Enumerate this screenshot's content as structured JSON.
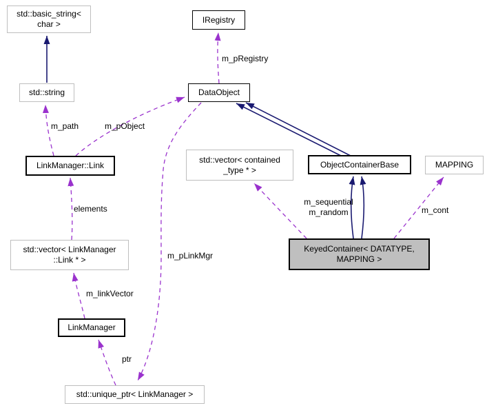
{
  "diagram": {
    "type": "collaboration-graph",
    "colors": {
      "inheritance_edge": "#191970",
      "usage_edge": "#9a32cd",
      "node_border": "#000000",
      "external_node_border": "#bebebe",
      "current_node_fill": "#bfbfbf",
      "background": "#ffffff",
      "text": "#000000"
    },
    "nodes": {
      "basic_string": {
        "label": "std::basic_string< char >",
        "lines": [
          "std::basic_string<",
          "char >"
        ]
      },
      "iregistry": {
        "label": "IRegistry",
        "lines": [
          "IRegistry"
        ]
      },
      "std_string": {
        "label": "std::string",
        "lines": [
          "std::string"
        ]
      },
      "data_object": {
        "label": "DataObject",
        "lines": [
          "DataObject"
        ]
      },
      "lm_link": {
        "label": "LinkManager::Link",
        "lines": [
          "LinkManager::Link"
        ]
      },
      "vector_contained": {
        "label": "std::vector< contained _type * >",
        "lines": [
          "std::vector< contained",
          "_type * >"
        ]
      },
      "ocb": {
        "label": "ObjectContainerBase",
        "lines": [
          "ObjectContainerBase"
        ]
      },
      "mapping": {
        "label": "MAPPING",
        "lines": [
          "MAPPING"
        ]
      },
      "vector_link": {
        "label": "std::vector< LinkManager ::Link * >",
        "lines": [
          "std::vector< LinkManager",
          "::Link * >"
        ]
      },
      "keyed": {
        "label": "KeyedContainer< DATATYPE, MAPPING >",
        "lines": [
          "KeyedContainer< DATATYPE,",
          "MAPPING >"
        ]
      },
      "linkmanager": {
        "label": "LinkManager",
        "lines": [
          "LinkManager"
        ]
      },
      "unique_ptr": {
        "label": "std::unique_ptr< LinkManager >",
        "lines": [
          "std::unique_ptr< LinkManager >"
        ]
      }
    },
    "edge_labels": {
      "m_pRegistry": "m_pRegistry",
      "m_path": "m_path",
      "m_pObject": "m_pObject",
      "elements": "elements",
      "m_sequential": "m_sequential",
      "m_random": "m_random",
      "m_cont": "m_cont",
      "m_pLinkMgr": "m_pLinkMgr",
      "m_linkVector": "m_linkVector",
      "ptr": "ptr"
    }
  }
}
